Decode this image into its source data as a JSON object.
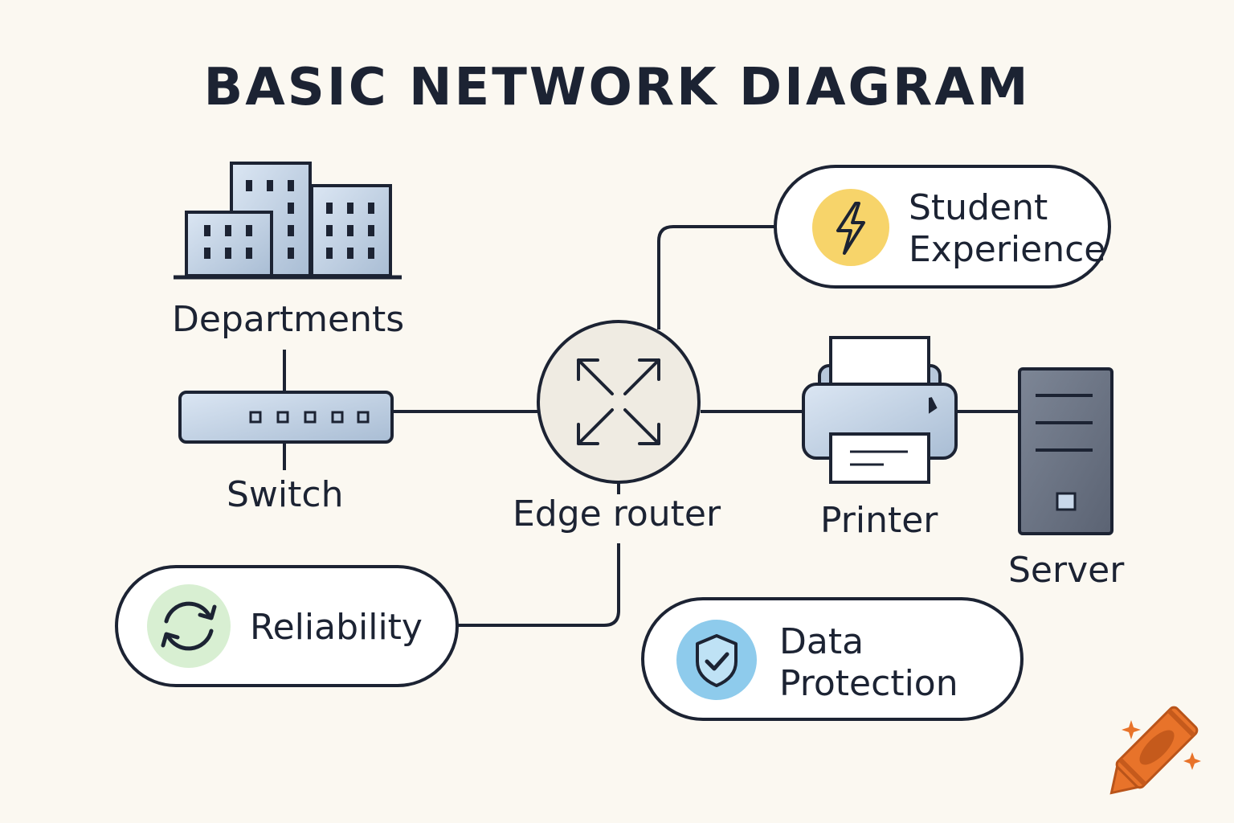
{
  "title": "BASIC NETWORK DIAGRAM",
  "nodes": {
    "departments": "Departments",
    "switch": "Switch",
    "edge_router": "Edge router",
    "printer": "Printer",
    "server": "Server"
  },
  "benefits": {
    "student_experience": {
      "line1": "Student",
      "line2": "Experience",
      "icon": "lightning-icon",
      "color": "#f7d46a"
    },
    "reliability": {
      "label": "Reliability",
      "icon": "refresh-icon",
      "color": "#d8efd2"
    },
    "data_protection": {
      "line1": "Data",
      "line2": "Protection",
      "icon": "shield-check-icon",
      "color": "#8ecbec"
    }
  },
  "colors": {
    "background": "#fbf8f1",
    "stroke": "#1c2333",
    "device_fill": "#c9d8ea",
    "server_fill": "#6e7787",
    "router_fill": "#efebe2",
    "crayon": "#e8732a"
  }
}
